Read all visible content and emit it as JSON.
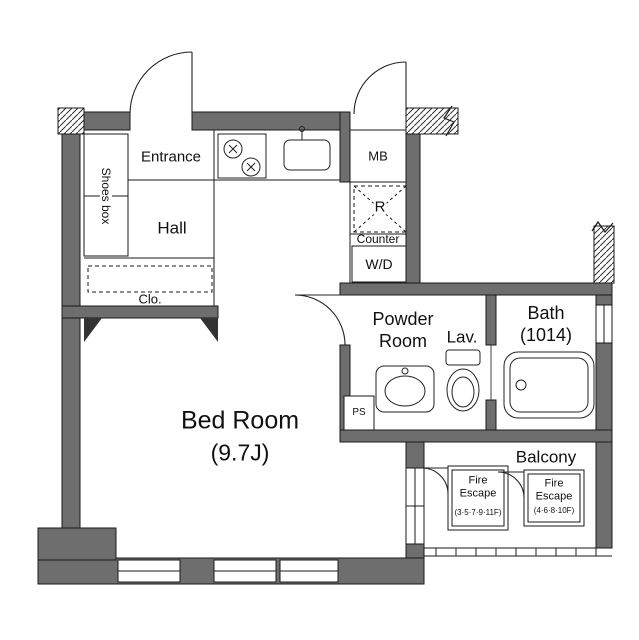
{
  "colors": {
    "wall_fill": "#6e6e6e",
    "line": "#1a1a1a",
    "background": "#ffffff",
    "text": "#111111"
  },
  "plan": {
    "entrance": {
      "label": "Entrance"
    },
    "shoes_box": {
      "label": "Shoes box"
    },
    "hall": {
      "label": "Hall"
    },
    "meter_box": {
      "label": "MB"
    },
    "refrigerator": {
      "label": "R"
    },
    "counter": {
      "label": "Counter"
    },
    "washer_dryer": {
      "label": "W/D"
    },
    "closet": {
      "label": "Clo."
    },
    "powder_room": {
      "line1": "Powder",
      "line2": "Room"
    },
    "lavatory": {
      "label": "Lav."
    },
    "bath": {
      "line1": "Bath",
      "line2": "(1014)"
    },
    "pipe_space": {
      "label": "PS"
    },
    "bedroom": {
      "line1": "Bed Room",
      "line2": "(9.7J)"
    },
    "balcony": {
      "label": "Balcony"
    },
    "fire_escape_left": {
      "line1": "Fire",
      "line2": "Escape",
      "floors": "(3·5·7·9·11F)"
    },
    "fire_escape_right": {
      "line1": "Fire",
      "line2": "Escape",
      "floors": "(4·6·8·10F)"
    }
  }
}
